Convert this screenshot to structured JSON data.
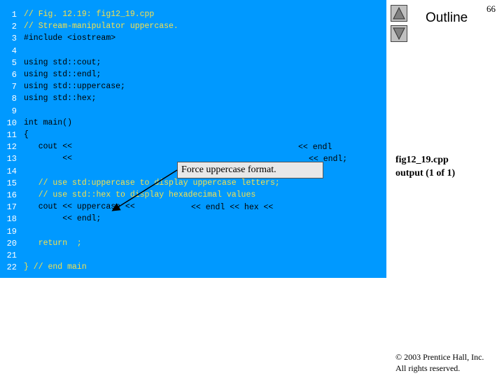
{
  "slide": {
    "page_number": "66",
    "outline_label": "Outline",
    "side_file": "fig12_19.cpp",
    "side_output": "output (1 of 1)",
    "copyright_line1": "© 2003 Prentice Hall, Inc.",
    "copyright_line2": "All rights reserved.",
    "callout_text": "Force uppercase format."
  },
  "nav": {
    "up_icon": "triangle-up-icon",
    "down_icon": "triangle-down-icon"
  },
  "code": {
    "line_numbers": [
      "1",
      "2",
      "3",
      "4",
      "5",
      "6",
      "7",
      "8",
      "9",
      "10",
      "11",
      "12",
      "13",
      "14",
      "15",
      "16",
      "17",
      "18",
      "19",
      "20",
      "21",
      "22"
    ],
    "lines": [
      {
        "text": "// Fig. 12.19: fig12_19.cpp",
        "comment": true
      },
      {
        "text": "// Stream-manipulator uppercase.",
        "comment": true
      },
      {
        "text": "#include <iostream>",
        "comment": false
      },
      {
        "text": "",
        "comment": false
      },
      {
        "text": "using std::cout;",
        "comment": false
      },
      {
        "text": "using std::endl;",
        "comment": false
      },
      {
        "text": "using std::uppercase;",
        "comment": false
      },
      {
        "text": "using std::hex;",
        "comment": false
      },
      {
        "text": "",
        "comment": false
      },
      {
        "text": "int main()",
        "comment": false
      },
      {
        "text": "{",
        "comment": false
      },
      {
        "text": "   cout << ",
        "comment": false
      },
      {
        "text": "        << ",
        "comment": false
      },
      {
        "text": "",
        "comment": false
      },
      {
        "text": "   // use std:uppercase to display uppercase letters;",
        "comment": true
      },
      {
        "text": "   // use std::hex to display hexadecimal values",
        "comment": true
      },
      {
        "text": "   cout << uppercase << ",
        "comment": false
      },
      {
        "text": "        << endl;",
        "comment": false
      },
      {
        "text": "",
        "comment": false
      },
      {
        "text": "   return  ;",
        "comment": true
      },
      {
        "text": "",
        "comment": false
      },
      {
        "text": "} // end main",
        "comment": true
      }
    ],
    "fragments": {
      "l12_right": "<< endl",
      "l13_right": "<< endl;",
      "l17_right": "<< endl << hex <<"
    }
  }
}
